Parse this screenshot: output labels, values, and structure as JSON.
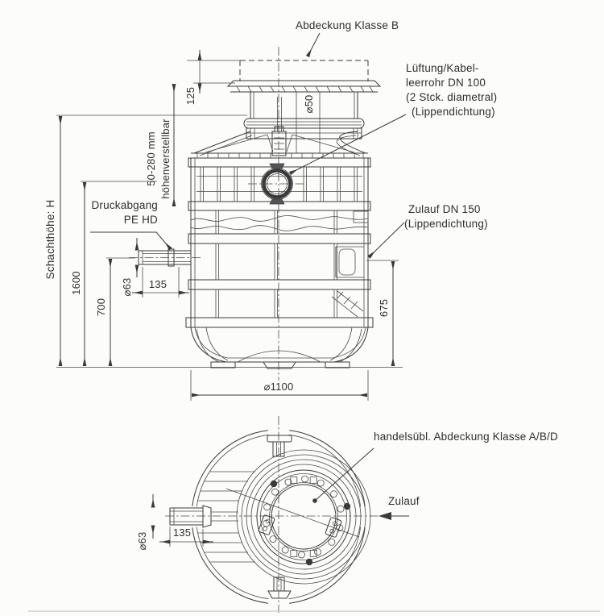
{
  "colors": {
    "line": "#3a3a3a",
    "background": "#fcfcfb",
    "hatch": "#777777"
  },
  "elevation": {
    "labels": {
      "cover": "Abdeckung Klasse B",
      "vent": [
        "Lüftung/Kabel-",
        "leerrohr DN 100",
        "(2 Stck. diametral)",
        "(Lippendichtung)"
      ],
      "inlet": [
        "Zulauf DN 150",
        "(Lippendichtung)"
      ],
      "pressure_outlet": [
        "Druckabgang",
        "PE HD"
      ],
      "shaft_height": "Schachthöhe: H",
      "adjustable": [
        "50-280 mm",
        "höhenverstellbar"
      ]
    },
    "dimensions": {
      "height_total": "1600",
      "outlet_axis_height": "700",
      "cover_recess": "125",
      "vent_pipe_dia": "⌀50",
      "outlet_dia": "⌀63",
      "outlet_stub_length": "135",
      "inlet_axis_height": "675",
      "tank_dia": "⌀1100"
    }
  },
  "plan": {
    "labels": {
      "cover": "handelsübl. Abdeckung Klasse A/B/D",
      "inflow": "Zulauf"
    },
    "dimensions": {
      "outlet_dia": "⌀63",
      "outlet_stub_length": "135"
    }
  }
}
